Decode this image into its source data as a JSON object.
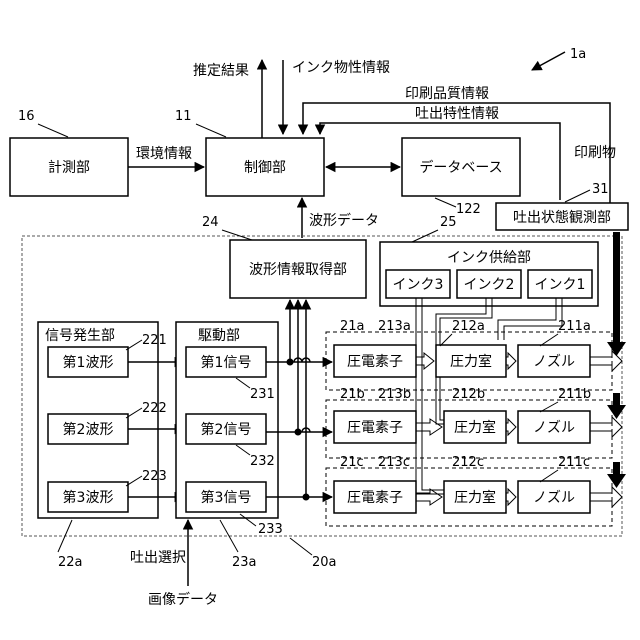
{
  "figure_ref": "1a",
  "top": {
    "estimate_result": "推定結果",
    "ink_property_info": "インク物性情報",
    "print_quality_info": "印刷品質情報",
    "ejection_char_info": "吐出特性情報",
    "print_product": "印刷物"
  },
  "measure": {
    "label": "計測部",
    "ref": "16"
  },
  "env_info": "環境情報",
  "control": {
    "label": "制御部",
    "ref": "11"
  },
  "database": {
    "label": "データベース",
    "ref": "122"
  },
  "observer": {
    "label": "吐出状態観測部",
    "ref": "31"
  },
  "waveform_data": "波形データ",
  "waveform_acq": {
    "label": "波形情報取得部",
    "ref": "24"
  },
  "ink_supply": {
    "label": "インク供給部",
    "ref": "25",
    "inks": [
      "インク3",
      "インク2",
      "インク1"
    ]
  },
  "signal_gen": {
    "label": "信号発生部",
    "ref": "22a",
    "waveforms": [
      "第1波形",
      "第2波形",
      "第3波形"
    ],
    "refs": [
      "221",
      "222",
      "223"
    ]
  },
  "driver": {
    "label": "駆動部",
    "ref": "23a",
    "signals": [
      "第1信号",
      "第2信号",
      "第3信号"
    ],
    "refs": [
      "231",
      "232",
      "233"
    ]
  },
  "heads": [
    {
      "group_ref": "21a",
      "piezo_ref": "213a",
      "chamber_ref": "212a",
      "nozzle_ref": "211a"
    },
    {
      "group_ref": "21b",
      "piezo_ref": "213b",
      "chamber_ref": "212b",
      "nozzle_ref": "211b"
    },
    {
      "group_ref": "21c",
      "piezo_ref": "213c",
      "chamber_ref": "212c",
      "nozzle_ref": "211c"
    }
  ],
  "piezo_label": "圧電素子",
  "chamber_label": "圧力室",
  "nozzle_label": "ノズル",
  "head_unit_ref": "20a",
  "ejection_select": "吐出選択",
  "image_data": "画像データ"
}
